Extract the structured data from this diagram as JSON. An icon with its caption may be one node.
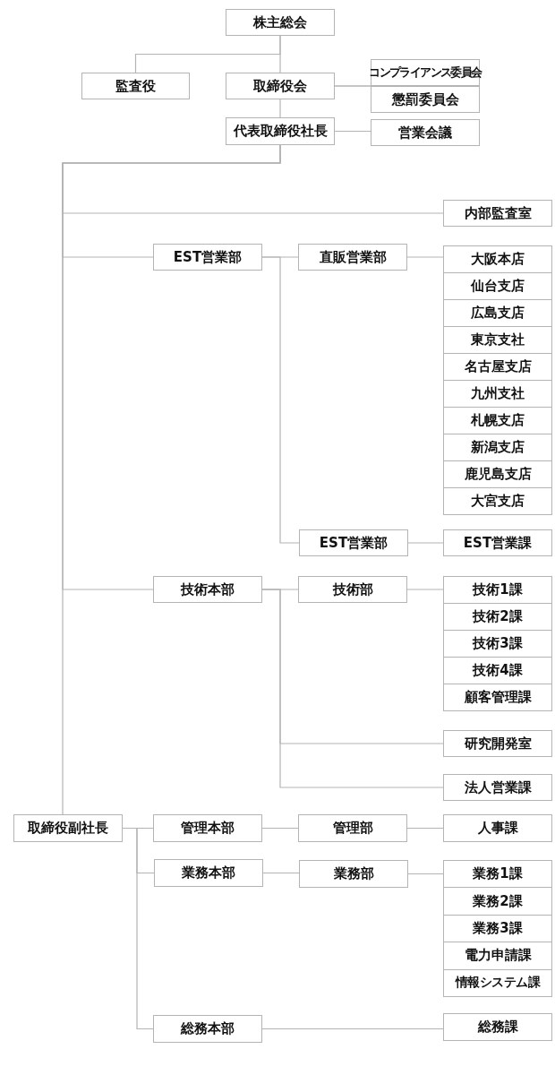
{
  "diagram": {
    "nodes": [
      {
        "text": [
          "株主総会"
        ]
      },
      {
        "text": [
          "監査役"
        ]
      },
      {
        "text": [
          "取締役会"
        ]
      },
      {
        "text": [
          "コンプライアンス委員会"
        ]
      },
      {
        "text": [
          "懲罰委員会"
        ]
      },
      {
        "text": [
          "代表取締役社長"
        ]
      },
      {
        "text": [
          "営業会議"
        ]
      },
      {
        "text": [
          "内部監査室"
        ]
      },
      {
        "text": [
          "EST営業部"
        ]
      },
      {
        "text": [
          "直販営業部"
        ]
      },
      {
        "text": [
          "大阪本店"
        ]
      },
      {
        "text": [
          "仙台支店"
        ]
      },
      {
        "text": [
          "広島支店"
        ]
      },
      {
        "text": [
          "東京支社"
        ]
      },
      {
        "text": [
          "名古屋支店"
        ]
      },
      {
        "text": [
          "九州支社"
        ]
      },
      {
        "text": [
          "札幌支店"
        ]
      },
      {
        "text": [
          "新潟支店"
        ]
      },
      {
        "text": [
          "鹿児島支店"
        ]
      },
      {
        "text": [
          "大宮支店"
        ]
      },
      {
        "text": [
          "EST営業部"
        ]
      },
      {
        "text": [
          "EST営業課"
        ]
      },
      {
        "text": [
          "技術本部"
        ]
      },
      {
        "text": [
          "技術部"
        ]
      },
      {
        "text": [
          "技術1課"
        ]
      },
      {
        "text": [
          "技術2課"
        ]
      },
      {
        "text": [
          "技術3課"
        ]
      },
      {
        "text": [
          "技術4課"
        ]
      },
      {
        "text": [
          "顧客管理課"
        ]
      },
      {
        "text": [
          "研究開発室"
        ]
      },
      {
        "text": [
          "法人営業課"
        ]
      },
      {
        "text": [
          "取締役副社長"
        ]
      },
      {
        "text": [
          "管理本部"
        ]
      },
      {
        "text": [
          "管理部"
        ]
      },
      {
        "text": [
          "人事課"
        ]
      },
      {
        "text": [
          "業務本部"
        ]
      },
      {
        "text": [
          "業務部"
        ]
      },
      {
        "text": [
          "業務1課"
        ]
      },
      {
        "text": [
          "業務2課"
        ]
      },
      {
        "text": [
          "業務3課"
        ]
      },
      {
        "text": [
          "電力申請課"
        ]
      },
      {
        "text": [
          "情報システム課"
        ]
      },
      {
        "text": [
          "総務本部"
        ]
      },
      {
        "text": [
          "総務課"
        ]
      }
    ],
    "edges": [
      {
        "from": 0,
        "to": 1,
        "arrow": "none"
      },
      {
        "from": 0,
        "to": 2,
        "arrow": "none"
      },
      {
        "from": 2,
        "to": 3,
        "arrow": "none"
      },
      {
        "from": 2,
        "to": 4,
        "arrow": "none"
      },
      {
        "from": 2,
        "to": 5,
        "arrow": "none"
      },
      {
        "from": 5,
        "to": 6,
        "arrow": "none"
      },
      {
        "from": 5,
        "to": 7,
        "arrow": "none"
      },
      {
        "from": 5,
        "to": 8,
        "arrow": "none"
      },
      {
        "from": 5,
        "to": 22,
        "arrow": "none"
      },
      {
        "from": 5,
        "to": 31,
        "arrow": "none"
      },
      {
        "from": 8,
        "to": 9,
        "arrow": "none"
      },
      {
        "from": 9,
        "to": 10,
        "arrow": "none"
      },
      {
        "from": 8,
        "to": 20,
        "arrow": "none"
      },
      {
        "from": 20,
        "to": 21,
        "arrow": "none"
      },
      {
        "from": 22,
        "to": 23,
        "arrow": "none"
      },
      {
        "from": 23,
        "to": 24,
        "arrow": "none"
      },
      {
        "from": 22,
        "to": 29,
        "arrow": "none"
      },
      {
        "from": 22,
        "to": 30,
        "arrow": "none"
      },
      {
        "from": 31,
        "to": 32,
        "arrow": "none"
      },
      {
        "from": 31,
        "to": 35,
        "arrow": "none"
      },
      {
        "from": 31,
        "to": 42,
        "arrow": "none"
      },
      {
        "from": 32,
        "to": 33,
        "arrow": "none"
      },
      {
        "from": 33,
        "to": 34,
        "arrow": "none"
      },
      {
        "from": 35,
        "to": 36,
        "arrow": "none"
      },
      {
        "from": 36,
        "to": 37,
        "arrow": "none"
      },
      {
        "from": 42,
        "to": 43,
        "arrow": "none"
      }
    ]
  }
}
